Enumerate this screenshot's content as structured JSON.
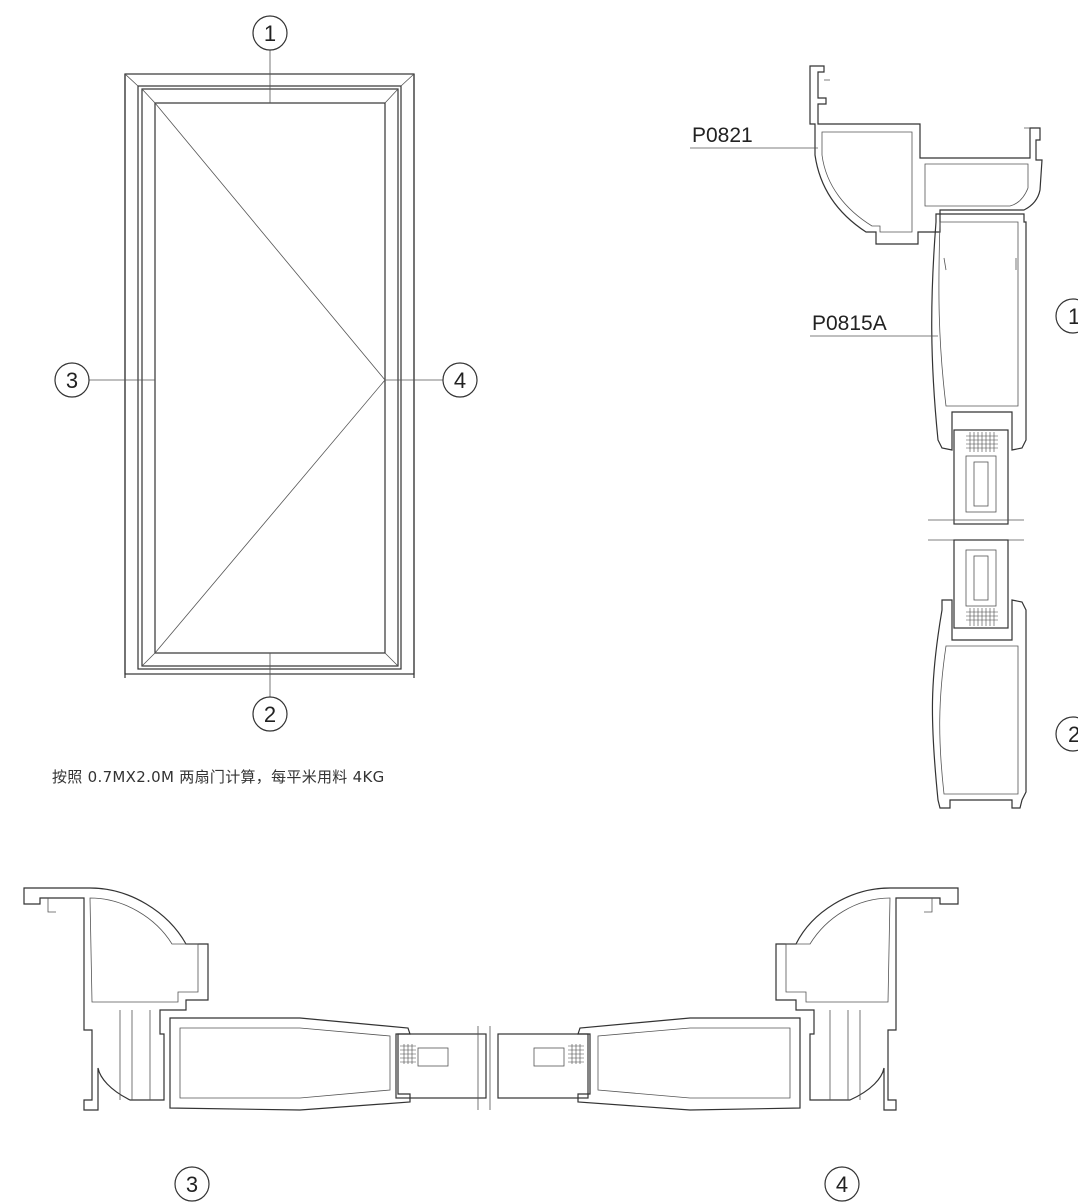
{
  "callouts": {
    "c1": "1",
    "c2": "2",
    "c3": "3",
    "c4": "4",
    "side_1": "1",
    "side_2": "2",
    "bottom_3": "3",
    "bottom_4": "4"
  },
  "parts": {
    "frame_profile": "P0821",
    "sash_profile": "P0815A"
  },
  "note": "按照 0.7MX2.0M 两扇门计算，每平米用料 4KG"
}
